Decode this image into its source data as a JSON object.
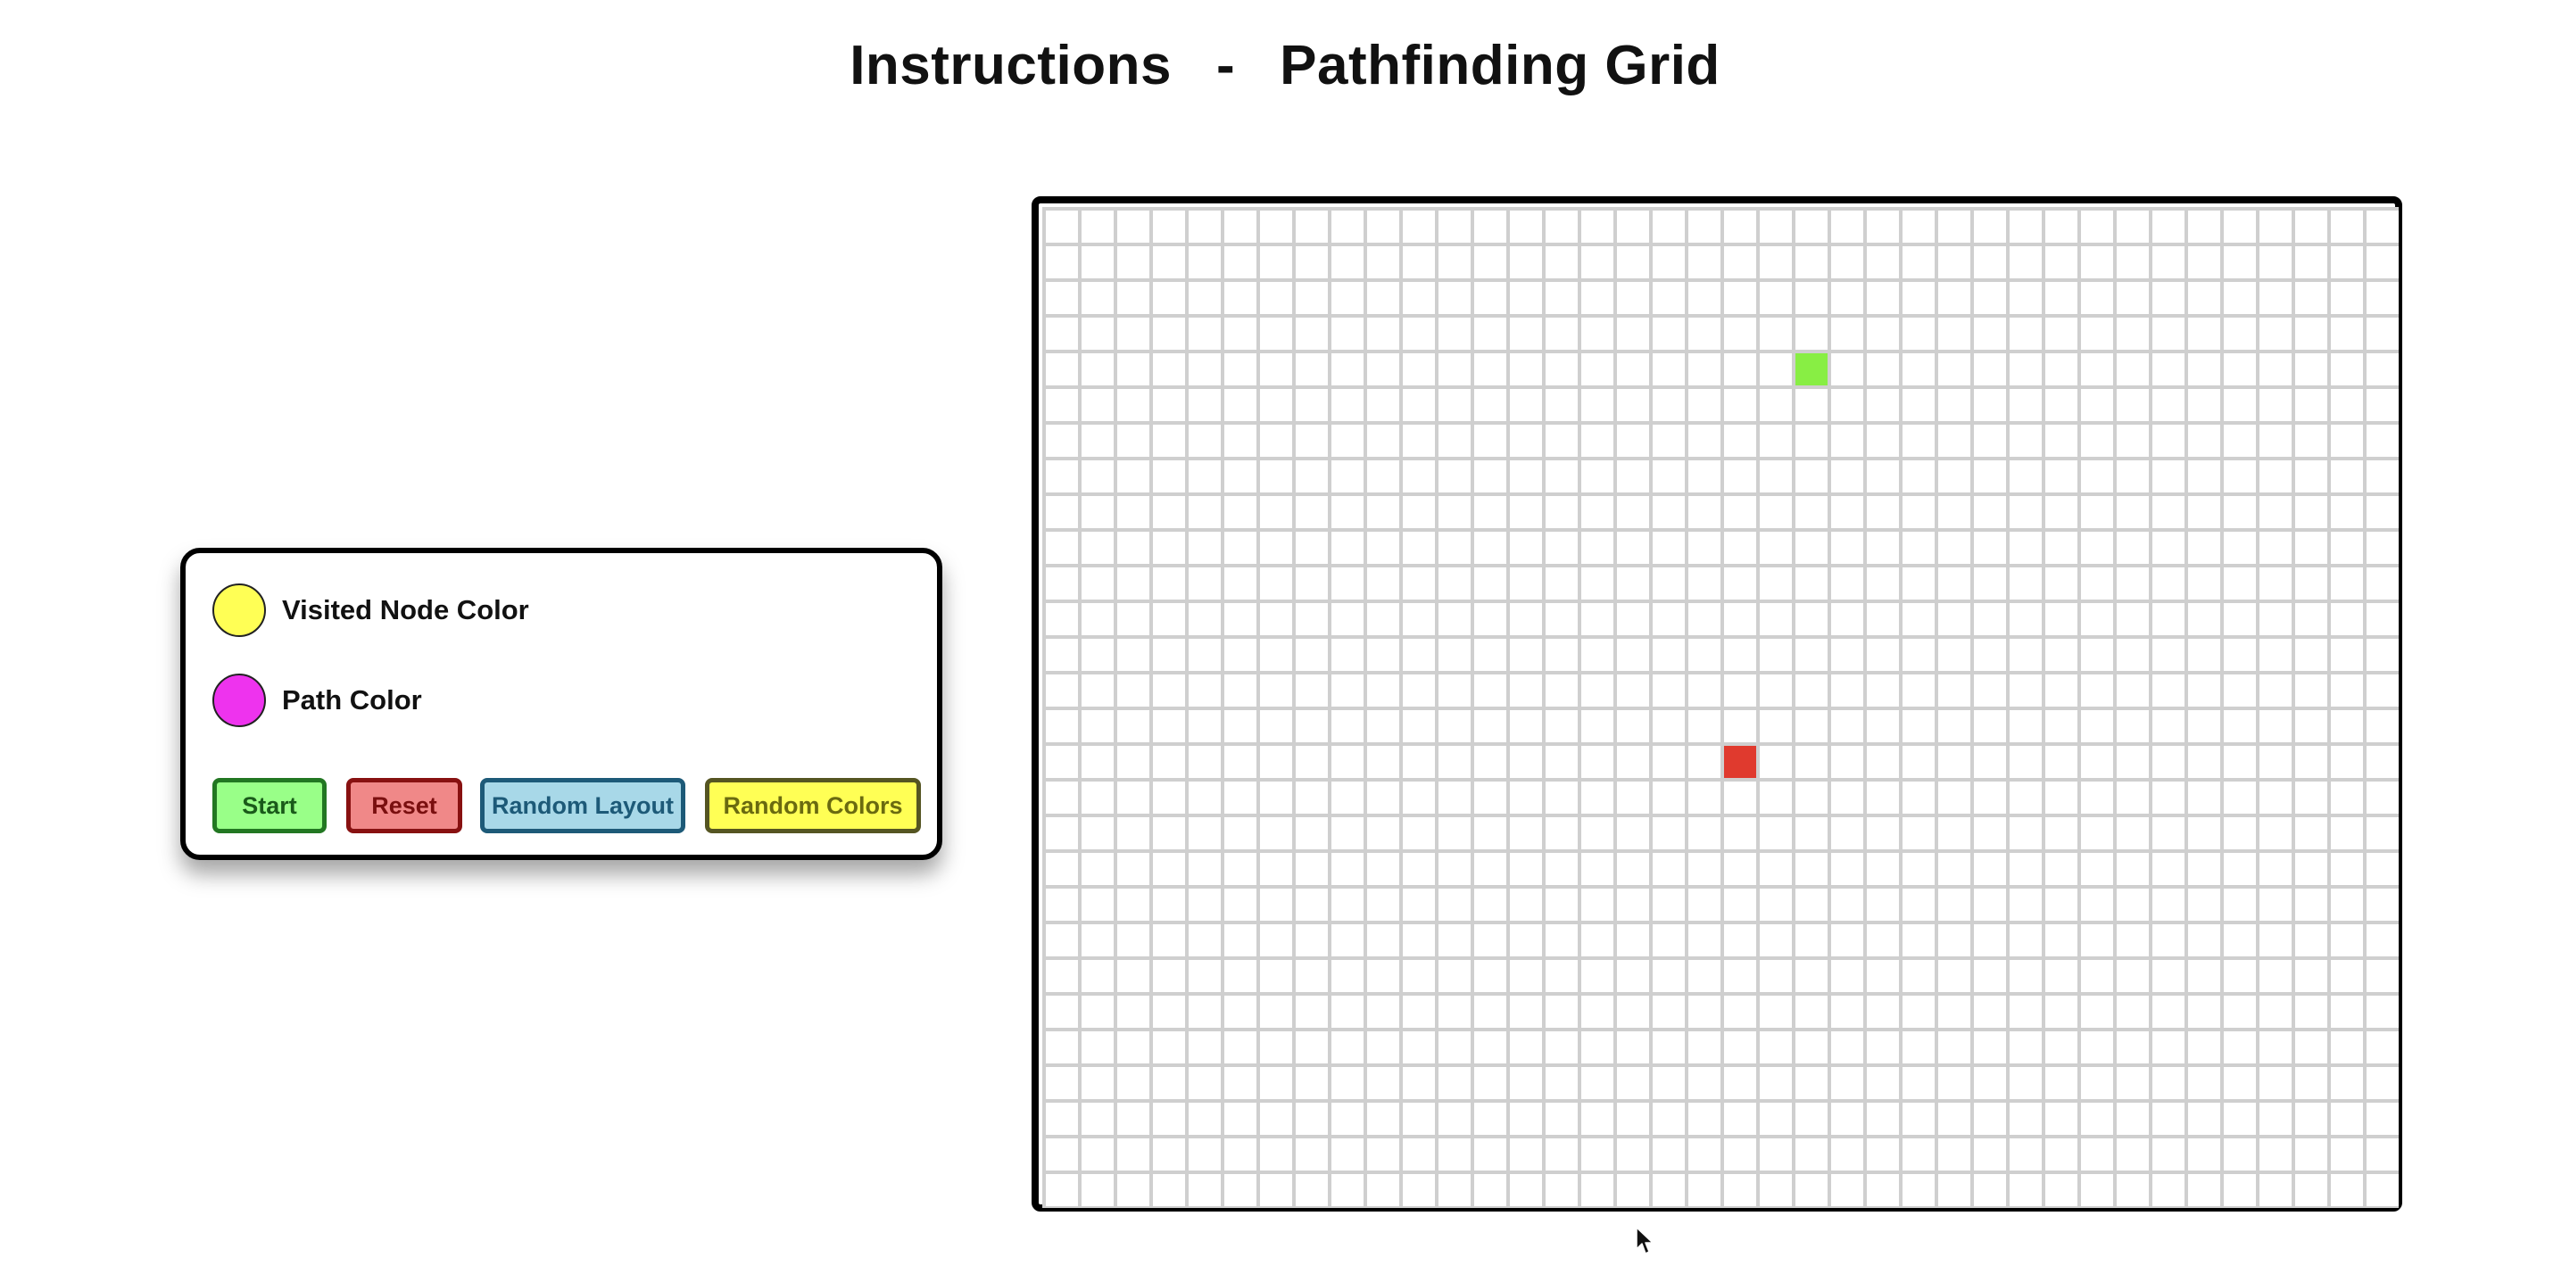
{
  "header": {
    "title_left": "Instructions",
    "separator": "-",
    "title_right": "Pathfinding Grid"
  },
  "legend": {
    "items": [
      {
        "label": "Visited Node Color",
        "color": "#ffff55"
      },
      {
        "label": "Path Color",
        "color": "#ee33ee"
      }
    ]
  },
  "controls": {
    "start": {
      "label": "Start",
      "bg": "#99ff88",
      "border": "#227722",
      "text": "#1a5a1a"
    },
    "reset": {
      "label": "Reset",
      "bg": "#f08888",
      "border": "#881111",
      "text": "#7a0f0f"
    },
    "random_layout": {
      "label": "Random Layout",
      "bg": "#a8d8e8",
      "border": "#1d5a78",
      "text": "#1d5a78"
    },
    "random_colors": {
      "label": "Random Colors",
      "bg": "#ffff55",
      "border": "#555522",
      "text": "#6a6a10"
    }
  },
  "grid": {
    "columns": 38,
    "rows": 28,
    "line_color": "#cfcfcf",
    "start_node": {
      "col": 21,
      "row": 4,
      "color": "#88ee44"
    },
    "end_node": {
      "col": 19,
      "row": 15,
      "color": "#e03a2e"
    }
  }
}
